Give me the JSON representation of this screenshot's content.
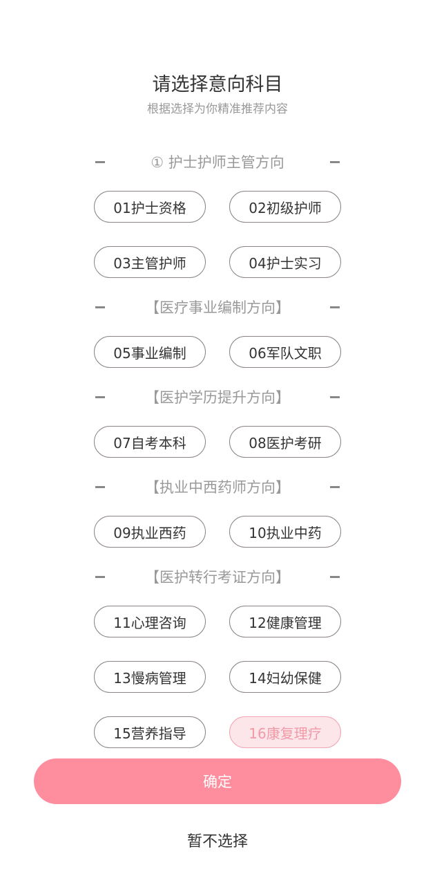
{
  "header": {
    "title": "请选择意向科目",
    "subtitle": "根据选择为你精准推荐内容"
  },
  "sections": [
    {
      "label": "① 护士护师主管方向",
      "options": [
        "01护士资格",
        "02初级护师",
        "03主管护师",
        "04护士实习"
      ]
    },
    {
      "label": "【医疗事业编制方向】",
      "options": [
        "05事业编制",
        "06军队文职"
      ]
    },
    {
      "label": "【医护学历提升方向】",
      "options": [
        "07自考本科",
        "08医护考研"
      ]
    },
    {
      "label": "【执业中西药师方向】",
      "options": [
        "09执业西药",
        "10执业中药"
      ]
    },
    {
      "label": "【医护转行考证方向】",
      "options": [
        "11心理咨询",
        "12健康管理",
        "13慢病管理",
        "14妇幼保健",
        "15营养指导",
        "16康复理疗"
      ]
    }
  ],
  "selected": "16康复理疗",
  "actions": {
    "confirm": "确定",
    "skip": "暂不选择"
  },
  "colors": {
    "accent": "#fe8d9d",
    "selected_bg": "#fde6ea"
  }
}
